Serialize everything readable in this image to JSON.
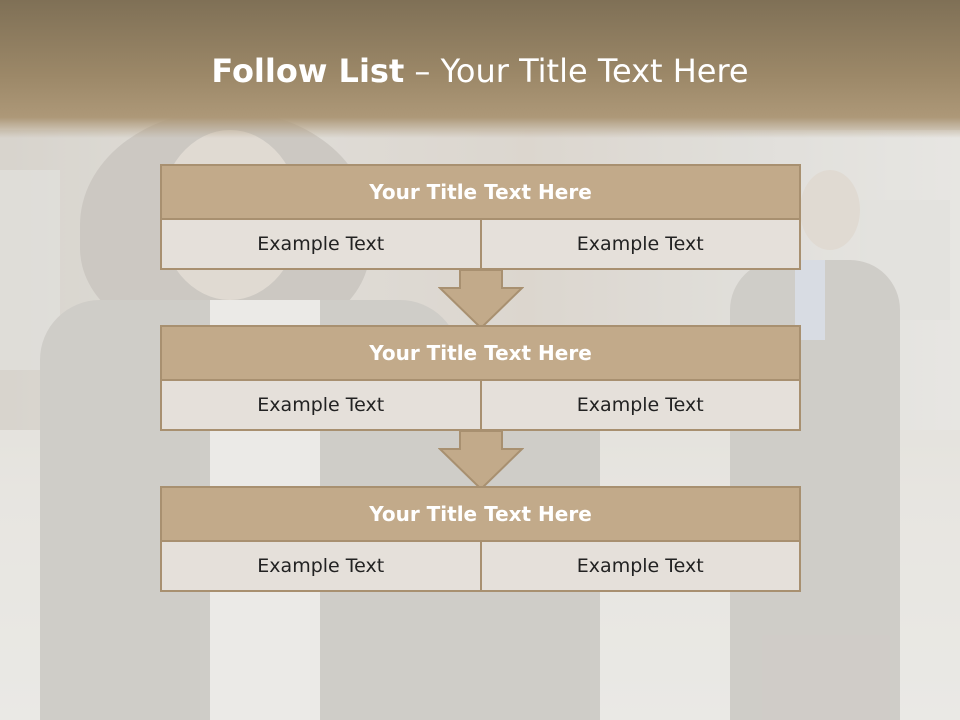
{
  "slide": {
    "title_bold": "Follow List",
    "title_rest": " – Your Title Text Here"
  },
  "blocks": [
    {
      "title": "Your Title Text Here",
      "left": "Example Text",
      "right": "Example Text"
    },
    {
      "title": "Your Title Text Here",
      "left": "Example Text",
      "right": "Example Text"
    },
    {
      "title": "Your Title Text Here",
      "left": "Example Text",
      "right": "Example Text"
    }
  ],
  "colors": {
    "header_fill": "#c2aa8a",
    "cell_fill": "#e5e0da",
    "border": "#a89070",
    "arrow_fill": "#c2aa8a"
  }
}
